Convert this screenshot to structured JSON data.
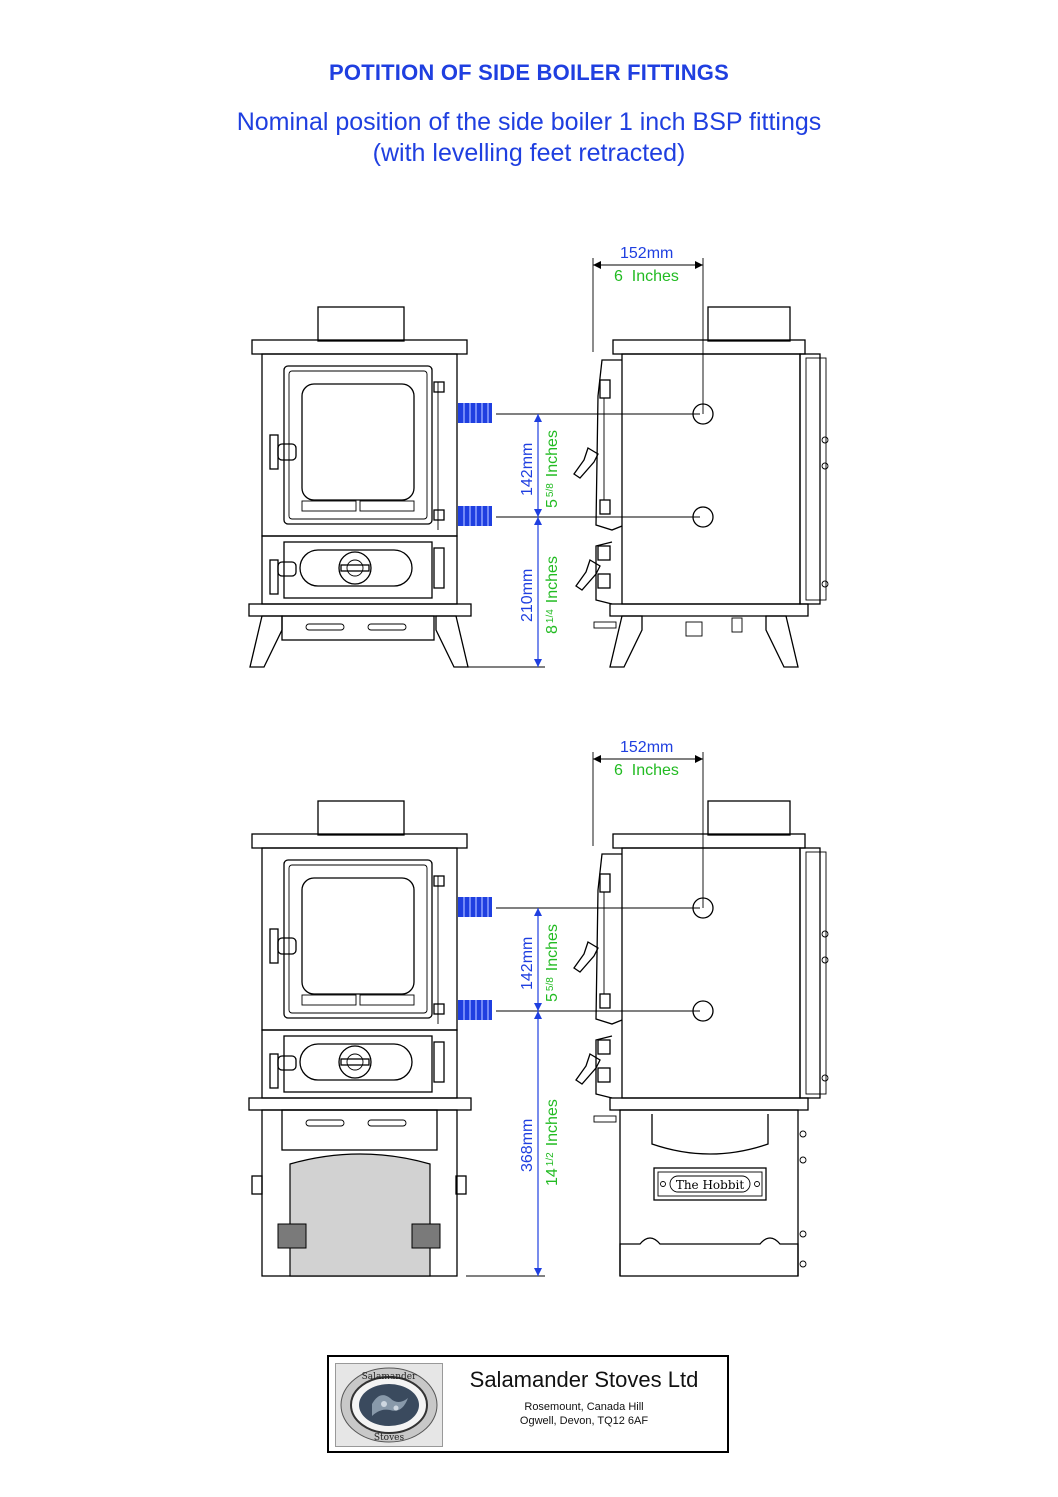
{
  "header": {
    "title": "POTITION OF SIDE BOILER FITTINGS",
    "subtitle_line1": "Nominal position of the side boiler 1 inch BSP fittings",
    "subtitle_line2": "(with levelling feet retracted)"
  },
  "drawings": [
    {
      "variant": "stove on legs",
      "width_mm": "152mm",
      "width_in": "6  Inches",
      "spacing_mm": "142mm",
      "spacing_in": "5",
      "spacing_in_frac": "5/8",
      "spacing_in_unit": "Inches",
      "height_mm": "210mm",
      "height_in": "8",
      "height_in_frac": "1/4",
      "height_in_unit": "Inches"
    },
    {
      "variant": "stove on stand",
      "width_mm": "152mm",
      "width_in": "6  Inches",
      "spacing_mm": "142mm",
      "spacing_in": "5",
      "spacing_in_frac": "5/8",
      "spacing_in_unit": "Inches",
      "height_mm": "368mm",
      "height_in": "14",
      "height_in_frac": "1/2",
      "height_in_unit": "Inches",
      "badge": "The Hobbit"
    }
  ],
  "footer": {
    "company": "Salamander Stoves Ltd",
    "address_line1": "Rosemount, Canada Hill",
    "address_line2": "Ogwell, Devon, TQ12 6AF",
    "logo_top": "Salamander",
    "logo_bottom": "Stoves"
  },
  "colors": {
    "title_blue": "#1f3fe0",
    "imperial_green": "#22bb22",
    "fitting_blue": "#1f3fe0"
  }
}
